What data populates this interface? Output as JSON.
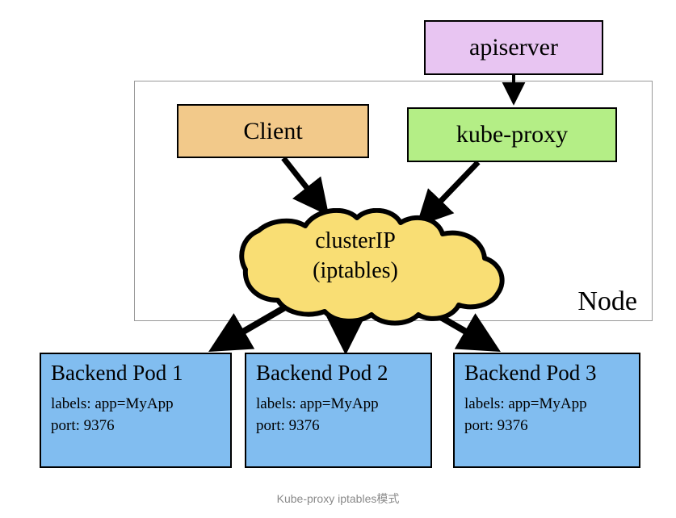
{
  "diagram": {
    "caption": "Kube-proxy iptables模式",
    "node_label": "Node",
    "colors": {
      "apiserver_fill": "#e8c5f2",
      "client_fill": "#f2c98a",
      "kubeproxy_fill": "#b4ee86",
      "cloud_fill": "#f9de74",
      "pod_fill": "#81bdf0",
      "stroke": "#000000",
      "node_border": "#999999",
      "caption_color": "#8a8a8a"
    },
    "nodes": {
      "apiserver": {
        "label": "apiserver"
      },
      "client": {
        "label": "Client"
      },
      "kube_proxy": {
        "label": "kube-proxy"
      },
      "cluster_ip": {
        "line1": "clusterIP",
        "line2": "(iptables)"
      }
    },
    "pods": [
      {
        "title": "Backend Pod 1",
        "labels": "labels: app=MyApp",
        "port": "port: 9376"
      },
      {
        "title": "Backend Pod 2",
        "labels": "labels: app=MyApp",
        "port": "port: 9376"
      },
      {
        "title": "Backend Pod 3",
        "labels": "labels: app=MyApp",
        "port": "port: 9376"
      }
    ],
    "edges": [
      {
        "from": "apiserver",
        "to": "kube-proxy"
      },
      {
        "from": "client",
        "to": "clusterIP"
      },
      {
        "from": "kube-proxy",
        "to": "clusterIP"
      },
      {
        "from": "clusterIP",
        "to": "Backend Pod 1"
      },
      {
        "from": "clusterIP",
        "to": "Backend Pod 2"
      },
      {
        "from": "clusterIP",
        "to": "Backend Pod 3"
      }
    ]
  }
}
